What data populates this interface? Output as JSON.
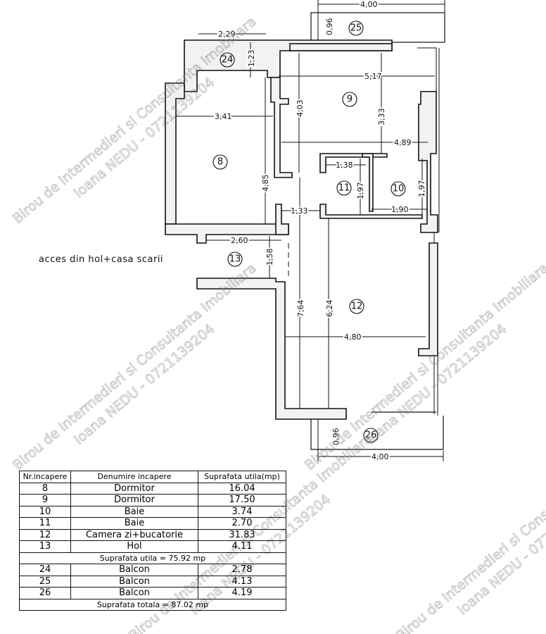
{
  "plan": {
    "rooms": [
      {
        "id": "8"
      },
      {
        "id": "9"
      },
      {
        "id": "10"
      },
      {
        "id": "11"
      },
      {
        "id": "12"
      },
      {
        "id": "13"
      },
      {
        "id": "24"
      },
      {
        "id": "25"
      },
      {
        "id": "26"
      }
    ],
    "dimensions": {
      "d_400_top": "4,00",
      "d_096_top": "0,96",
      "d_229": "2,29",
      "d_123": "1,23",
      "d_517": "5,17",
      "d_341": "3,41",
      "d_403": "4,03",
      "d_333": "3,33",
      "d_489": "4,89",
      "d_138": "1,38",
      "d_197a": "1,97",
      "d_197b": "1,97",
      "d_190": "1,90",
      "d_485": "4,85",
      "d_133": "1,33",
      "d_260": "2,60",
      "d_158": "1,58",
      "d_764": "7,64",
      "d_624": "6,24",
      "d_480": "4,80",
      "d_096_bot": "0,96",
      "d_400_bot": "4,00"
    },
    "access_note": "acces din hol+casa scarii"
  },
  "watermark": {
    "line1": "Birou de Intermedieri si Consultanta Imobiliara",
    "line2": "Ioana NEDU - 0721139204"
  },
  "table": {
    "headers": [
      "Nr.incapere",
      "Denumire incapere",
      "Suprafata utila(mp)"
    ],
    "rows": [
      [
        "8",
        "Dormitor",
        "16.04"
      ],
      [
        "9",
        "Dormitor",
        "17.50"
      ],
      [
        "10",
        "Baie",
        "3.74"
      ],
      [
        "11",
        "Baie",
        "2.70"
      ],
      [
        "12",
        "Camera zi+bucatorie",
        "31.83"
      ],
      [
        "13",
        "Hol",
        "4.11"
      ]
    ],
    "subtotal": "Suprafata utila = 75.92 mp",
    "balcony_rows": [
      [
        "24",
        "Balcon",
        "2.78"
      ],
      [
        "25",
        "Balcon",
        "4.13"
      ],
      [
        "26",
        "Balcon",
        "4.19"
      ]
    ],
    "total": "Suprafata totala = 87.02 mp"
  }
}
